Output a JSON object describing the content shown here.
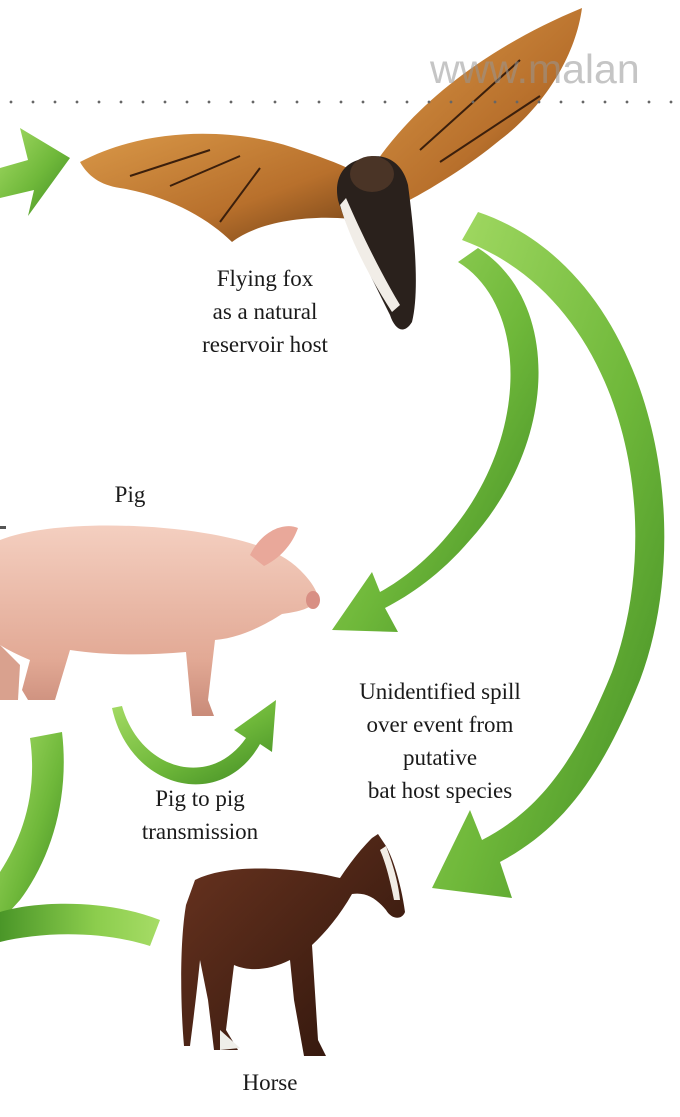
{
  "watermark": "www.malan",
  "nodes": {
    "bat": {
      "label_lines": [
        "Flying fox",
        "as a natural",
        "reservoir host"
      ]
    },
    "pig": {
      "label": "Pig"
    },
    "horse": {
      "label": "Horse"
    }
  },
  "edges": {
    "pig_to_pig": {
      "label_lines": [
        "Pig to pig",
        "transmission"
      ]
    },
    "spillover": {
      "label_lines": [
        "Unidentified spill",
        "over event from",
        "putative",
        "bat host species"
      ]
    }
  },
  "colors": {
    "arrow_light": "#9ad35a",
    "arrow_mid": "#6fb83a",
    "arrow_dark": "#3f8a23"
  }
}
